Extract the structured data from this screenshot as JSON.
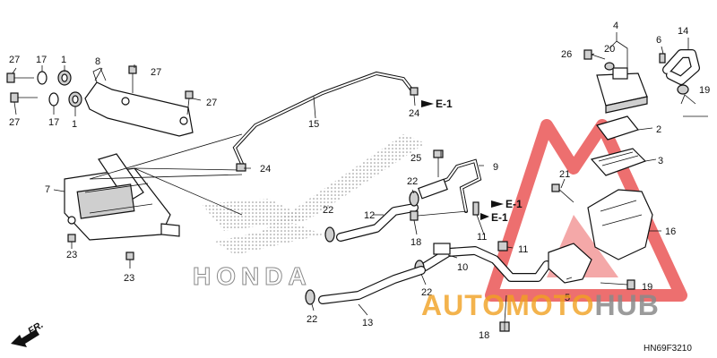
{
  "diagram_code": "HN69F3210",
  "direction_label": "FR.",
  "brand_watermark": "HONDA",
  "site_watermark": {
    "part1": "AUTOMOTO",
    "part2": "HUB"
  },
  "reference_label": "E-1",
  "colors": {
    "accent_orange": "#f0a020",
    "accent_red": "#e84040",
    "watermark_grey": "#8a8a8a"
  },
  "callouts": {
    "c27a": "27",
    "c17a": "17",
    "c1a": "1",
    "c27b": "27",
    "c17b": "17",
    "c1b": "1",
    "c8": "8",
    "c27c": "27",
    "c27d": "27",
    "c7": "7",
    "c23a": "23",
    "c23b": "23",
    "c15": "15",
    "c24a": "24",
    "c24b": "24",
    "c25": "25",
    "c9": "9",
    "c22a": "22",
    "c22b": "22",
    "c12": "12",
    "c18a": "18",
    "c11a": "11",
    "c11b": "11",
    "c10": "10",
    "c22c": "22",
    "c22d": "22",
    "c13": "13",
    "c4": "4",
    "c20": "20",
    "c26": "26",
    "c6": "6",
    "c14": "14",
    "c19a": "19",
    "c2": "2",
    "c3": "3",
    "c21": "21",
    "c16": "16",
    "c5": "5",
    "c19b": "19",
    "c18b": "18"
  }
}
